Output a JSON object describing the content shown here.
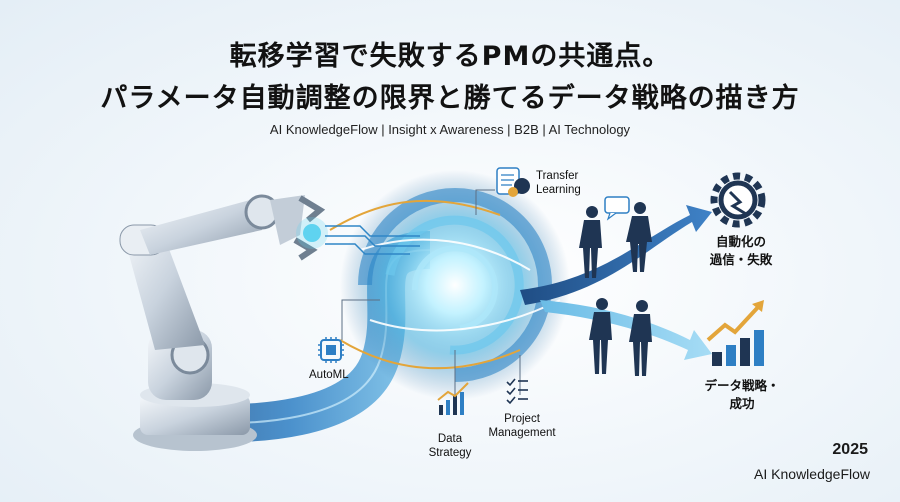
{
  "header": {
    "title_line1": "転移学習で失敗するPMの共通点。",
    "title_line2": "パラメータ自動調整の限界と勝てるデータ戦略の描き方",
    "subtitle": "AI KnowledgeFlow | Insight x Awareness | B2B | AI Technology"
  },
  "labels": {
    "transfer_learning": "Transfer\nLearning",
    "automl": "AutoML",
    "data_strategy": "Data\nStrategy",
    "project_management": "Project\nManagement",
    "automation_overreliance": "自動化の\n過信・失敗",
    "data_strategy_success": "データ戦略・\n成功"
  },
  "footer": {
    "year": "2025",
    "brand": "AI KnowledgeFlow"
  },
  "colors": {
    "accent_blue": "#2e7fc4",
    "navy": "#1f3553",
    "gold": "#e3a53a",
    "cyan": "#5fd3f0"
  },
  "icons": [
    "robot-arm-icon",
    "gear-icon",
    "chart-icon",
    "checklist-icon",
    "chip-icon",
    "chat-icon",
    "people-icon"
  ]
}
